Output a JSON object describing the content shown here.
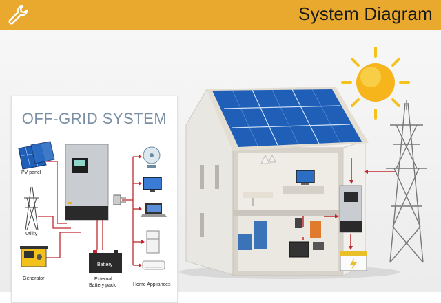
{
  "header": {
    "title": "System Diagram",
    "icon": "wrench-icon",
    "background": "#e8a92e"
  },
  "diagram": {
    "title": "OFF-GRID SYSTEM",
    "labels": {
      "pv_panel": "PV panel",
      "utility": "Utility",
      "generator": "Generator",
      "battery": "Battery",
      "external_battery_line1": "External",
      "external_battery_line2": "Battery pack",
      "home_appliances": "Home Appliances"
    },
    "colors": {
      "wire": "#c0282d",
      "title_text": "#7a8fa5",
      "inverter": "#c9cdd1"
    }
  },
  "illustration": {
    "elements": [
      "house-cutaway",
      "solar-roof-panels",
      "sun",
      "transmission-tower",
      "wall-inverter",
      "house-battery"
    ]
  }
}
